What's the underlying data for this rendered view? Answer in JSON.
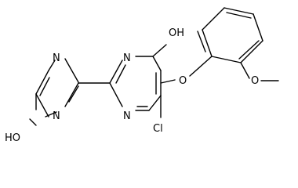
{
  "molecule": {
    "atoms": {
      "n_left_top": "N",
      "n_left_bottom": "N",
      "oh_left": "HO",
      "n_center_top": "N",
      "n_center_bottom": "N",
      "oh_top": "OH",
      "o_ether": "O",
      "cl": "Cl",
      "o_methoxy": "O"
    }
  },
  "colors": {
    "bond": "#000000",
    "text": "#000000",
    "background": "#ffffff"
  }
}
